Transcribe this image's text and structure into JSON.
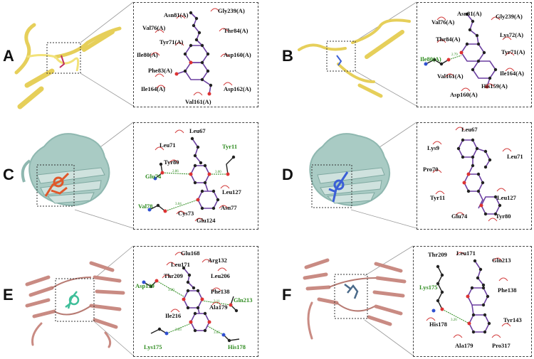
{
  "colors": {
    "yellow_protein": "#f2e27a",
    "teal_protein": "#a9cbc4",
    "pink_protein": "#c98b83",
    "ligand_orange": "#e0582a",
    "ligand_blue": "#3b5fd6",
    "ligand_cyan": "#3fbf9a",
    "hbond_green": "#2e8b1f",
    "hydrophobic_red": "#d23a3a",
    "atom_purple": "#6b3fa0"
  },
  "panels": [
    {
      "letter": "A",
      "residues": [
        "Asn81(A)",
        "Gly239(A)",
        "Val76(A)",
        "Thr84(A)",
        "Tyr71(A)",
        "Ile80(A)",
        "Asp160(A)",
        "Phe83(A)",
        "Ile164(A)",
        "Asp162(A)",
        "Val161(A)"
      ],
      "hbond_residues": [],
      "bonds": []
    },
    {
      "letter": "B",
      "residues": [
        "Asn81(A)",
        "Val76(A)",
        "Gly239(A)",
        "Lys72(A)",
        "Thr84(A)",
        "Tyr71(A)",
        "Ile164(A)",
        "Val161(A)",
        "His159(A)",
        "Asp160(A)"
      ],
      "hbond_residues": [
        "Ile80(A)"
      ],
      "bonds": [
        "2.79"
      ]
    },
    {
      "letter": "C",
      "residues": [
        "Leu67",
        "Leu71",
        "Tyr80",
        "Leu127",
        "Asn77",
        "Cys73",
        "Glu124"
      ],
      "hbond_residues": [
        "Tyr11",
        "Glu74",
        "Val78"
      ],
      "bonds": [
        "2.86",
        "3.00",
        "3.04"
      ]
    },
    {
      "letter": "D",
      "residues": [
        "Leu67",
        "Lys9",
        "Leu71",
        "Pro70",
        "Tyr11",
        "Leu127",
        "Glu74",
        "Tyr80"
      ],
      "hbond_residues": [],
      "bonds": []
    },
    {
      "letter": "E",
      "residues": [
        "Glu168",
        "Arg132",
        "Leu171",
        "Thr209",
        "Leu206",
        "Phe138",
        "Ala179",
        "Ile216"
      ],
      "hbond_residues": [
        "Asp139",
        "Gln213",
        "Lys175",
        "His178"
      ],
      "bonds": [
        "3.20",
        "3.11",
        "3.03",
        "3.05"
      ]
    },
    {
      "letter": "F",
      "residues": [
        "Thr209",
        "Leu171",
        "Gln213",
        "Phe138",
        "His178",
        "Tyr143",
        "Ala179",
        "Pro317"
      ],
      "hbond_residues": [
        "Lys175"
      ],
      "bonds": [
        "3.26"
      ]
    }
  ]
}
